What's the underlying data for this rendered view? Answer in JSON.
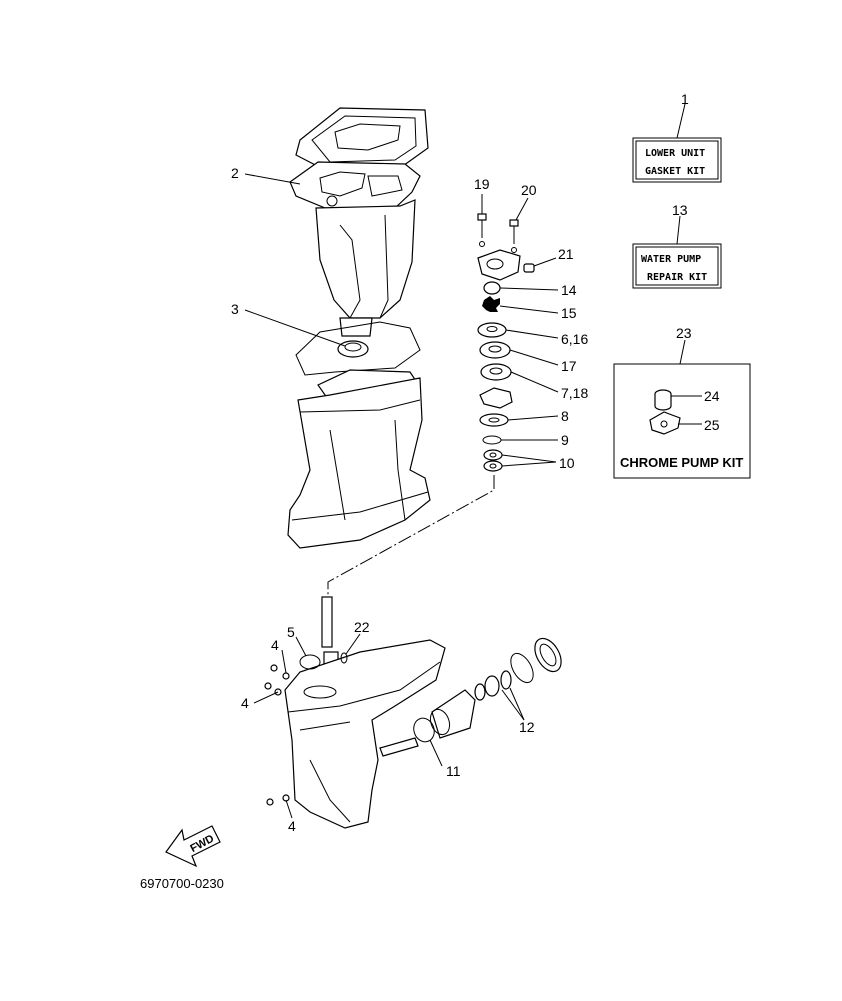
{
  "diagram_code": "6970700-0230",
  "fwd_label": "FWD",
  "callouts": {
    "c1": "1",
    "c2": "2",
    "c3": "3",
    "c4a": "4",
    "c4b": "4",
    "c4c": "4",
    "c5": "5",
    "c6_16": "6,16",
    "c7_18": "7,18",
    "c8": "8",
    "c9": "9",
    "c10": "10",
    "c11": "11",
    "c12": "12",
    "c13": "13",
    "c14": "14",
    "c15": "15",
    "c17": "17",
    "c19": "19",
    "c20": "20",
    "c21": "21",
    "c22": "22",
    "c23": "23",
    "c24": "24",
    "c25": "25"
  },
  "kits": {
    "lower_unit_gasket_line1": "LOWER UNIT",
    "lower_unit_gasket_line2": "GASKET KIT",
    "water_pump_line1": "WATER PUMP",
    "water_pump_line2": "REPAIR KIT",
    "chrome_pump": "CHROME PUMP KIT"
  }
}
